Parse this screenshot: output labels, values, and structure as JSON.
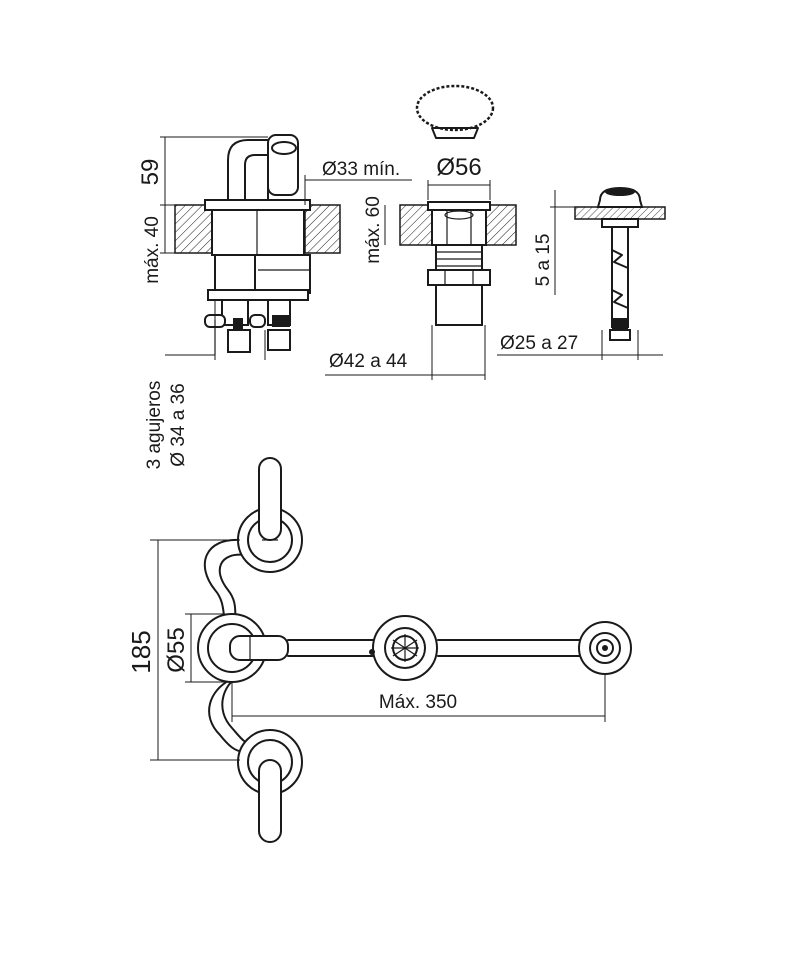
{
  "labels": {
    "h59": "59",
    "max40": "máx. 40",
    "min33": "Ø33 mín.",
    "d56": "Ø56",
    "max60": "máx. 60",
    "range5_15": "5 a 15",
    "d42_44": "Ø42 a 44",
    "d25_27": "Ø25 a 27",
    "holes_line1": "3 agujeros",
    "holes_line2": "Ø 34 a 36",
    "h185": "185",
    "d55": "Ø55",
    "max350": "Máx. 350"
  },
  "colors": {
    "line": "#1a1a1a",
    "background": "#ffffff"
  }
}
